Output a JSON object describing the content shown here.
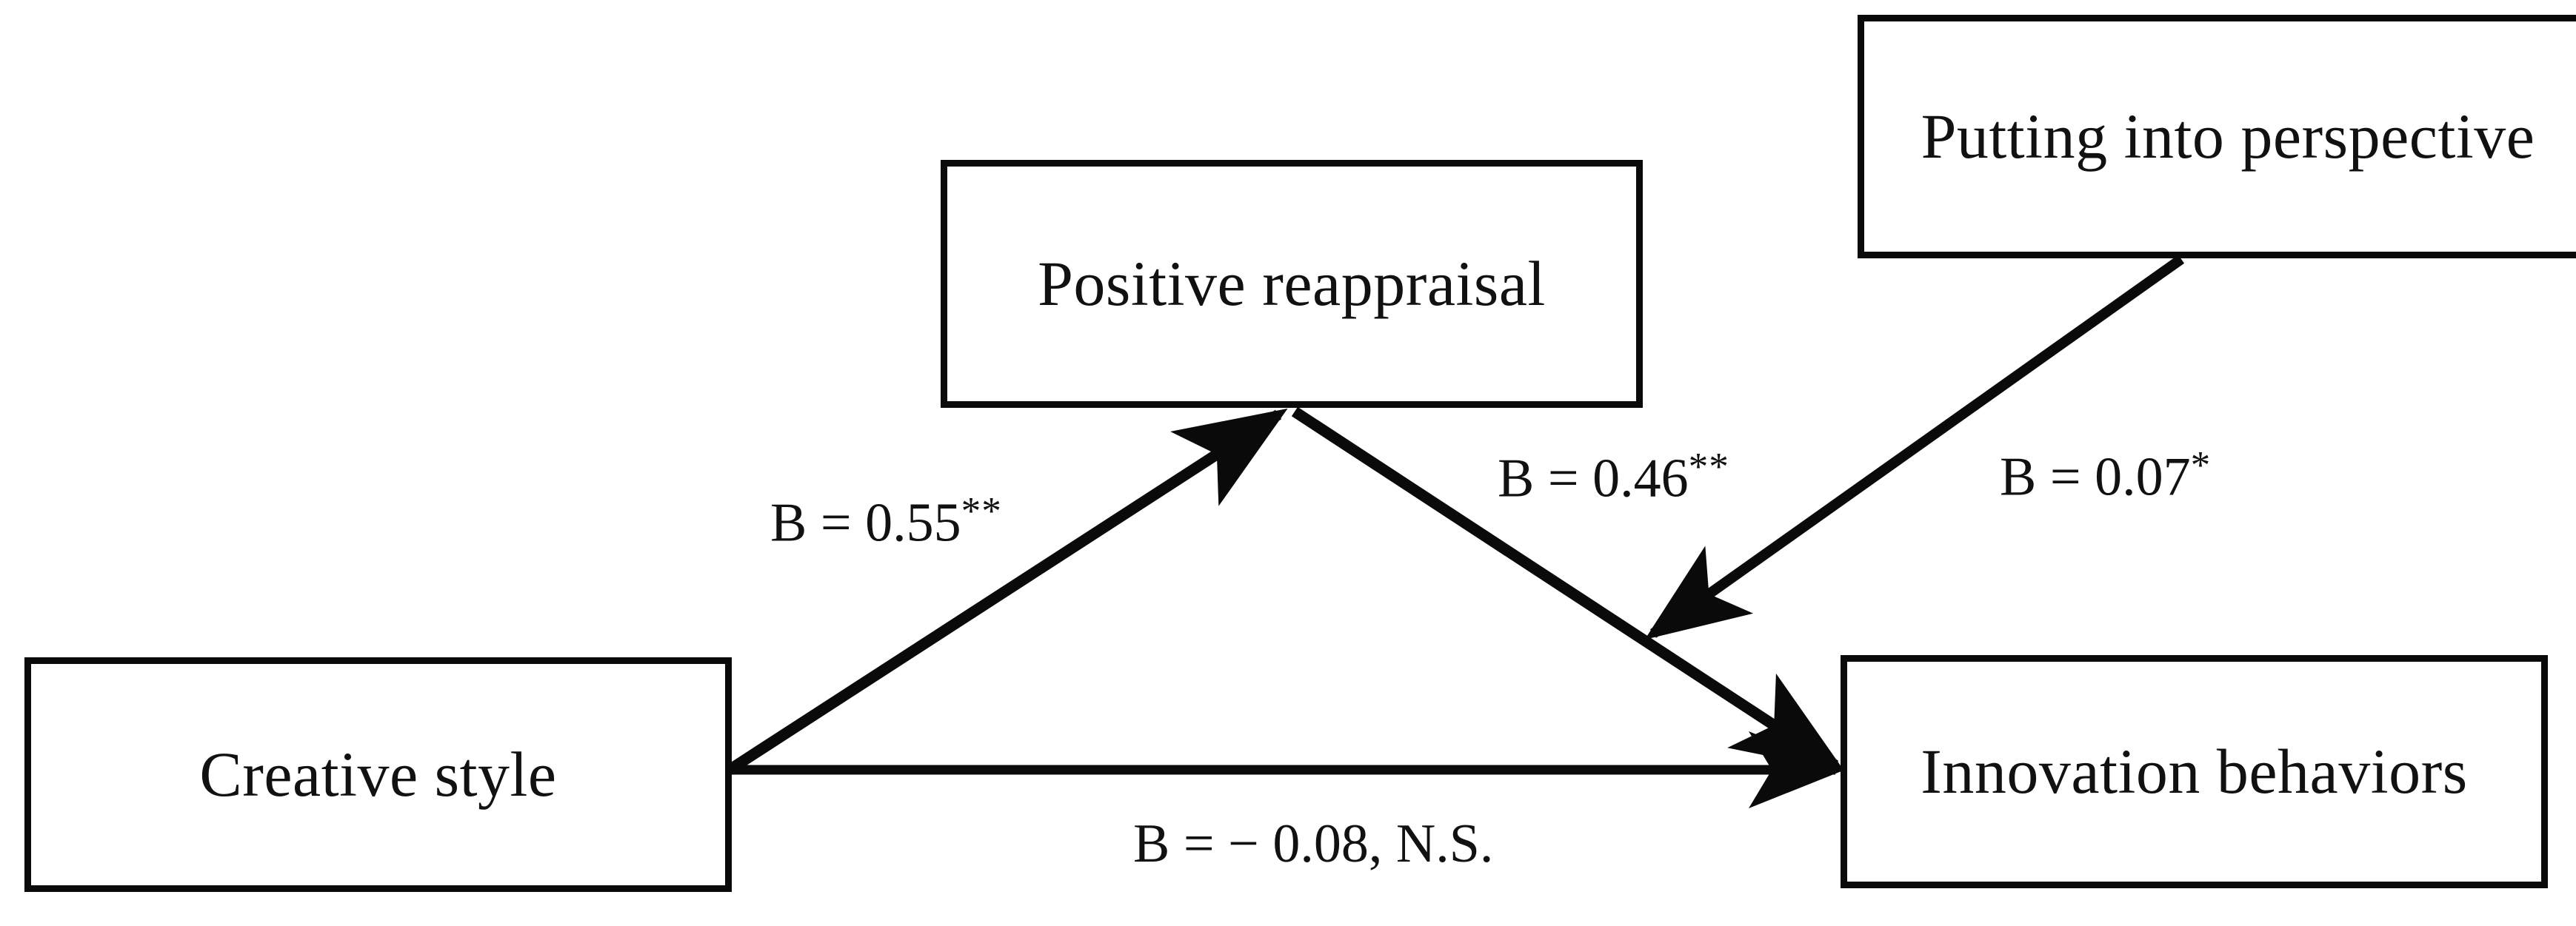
{
  "diagram": {
    "type": "path-model",
    "nodes": [
      {
        "id": "creative-style",
        "label": "Creative style"
      },
      {
        "id": "positive-reappraisal",
        "label": "Positive reappraisal"
      },
      {
        "id": "putting-perspective",
        "label": "Putting into perspective"
      },
      {
        "id": "innovation-behaviors",
        "label": "Innovation behaviors"
      }
    ],
    "edges": [
      {
        "id": "cs-pr",
        "from": "creative-style",
        "to": "positive-reappraisal",
        "coefficient": "B = 0.55",
        "significance": "**",
        "label": "B = 0.55 **"
      },
      {
        "id": "pr-ib",
        "from": "positive-reappraisal",
        "to": "innovation-behaviors",
        "coefficient": "B = 0.46",
        "significance": "**",
        "label": "B = 0.46 **"
      },
      {
        "id": "pp-ib",
        "from": "putting-perspective",
        "to": "pr-ib-path",
        "coefficient": "B = 0.07",
        "significance": "*",
        "label": "B = 0.07 *"
      },
      {
        "id": "cs-ib",
        "from": "creative-style",
        "to": "innovation-behaviors",
        "coefficient": "B = − 0.08",
        "significance": "N.S.",
        "label": "B = − 0.08, N.S."
      }
    ],
    "colors": {
      "stroke": "#0a0a0a",
      "text": "#111111",
      "background": "#ffffff"
    }
  }
}
